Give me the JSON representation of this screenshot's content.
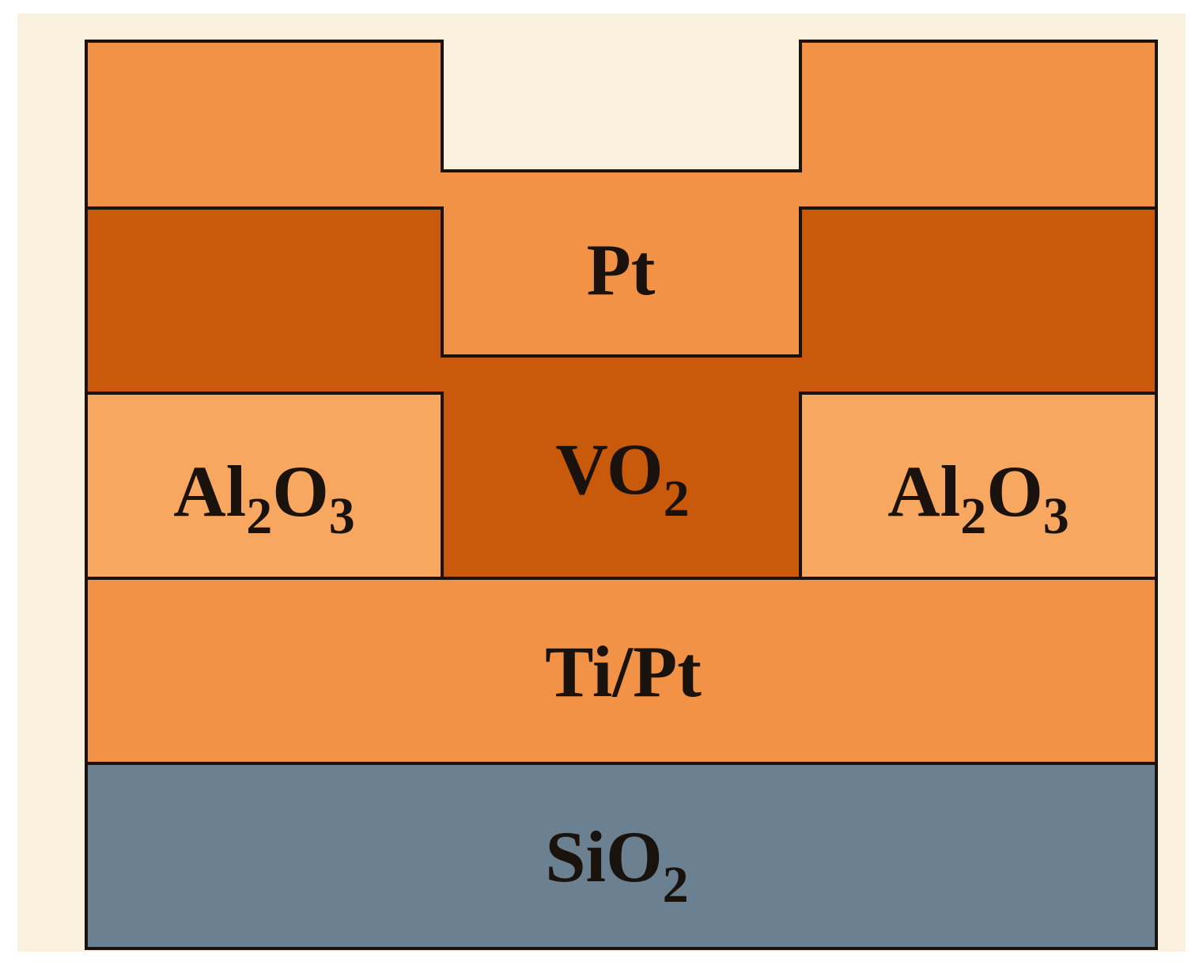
{
  "diagram": {
    "labels": {
      "top_electrode": "Pt",
      "switching_layer": {
        "base": "VO",
        "subscript": "2"
      },
      "insulator_left": {
        "parts": [
          {
            "base": "Al",
            "subscript": "2"
          },
          {
            "base": "O",
            "subscript": "3"
          }
        ]
      },
      "insulator_right": {
        "parts": [
          {
            "base": "Al",
            "subscript": "2"
          },
          {
            "base": "O",
            "subscript": "3"
          }
        ]
      },
      "bottom_electrode": "Ti/Pt",
      "substrate": {
        "base": "SiO",
        "subscript": "2"
      }
    },
    "colors": {
      "background": "#fbf1df",
      "pt": "#f29246",
      "vo2": "#c95a0c",
      "al2o3": "#f8a760",
      "ti_pt": "#f29246",
      "sio2": "#6b8192",
      "outline": "#1a120c",
      "text": "#1a120c"
    }
  }
}
